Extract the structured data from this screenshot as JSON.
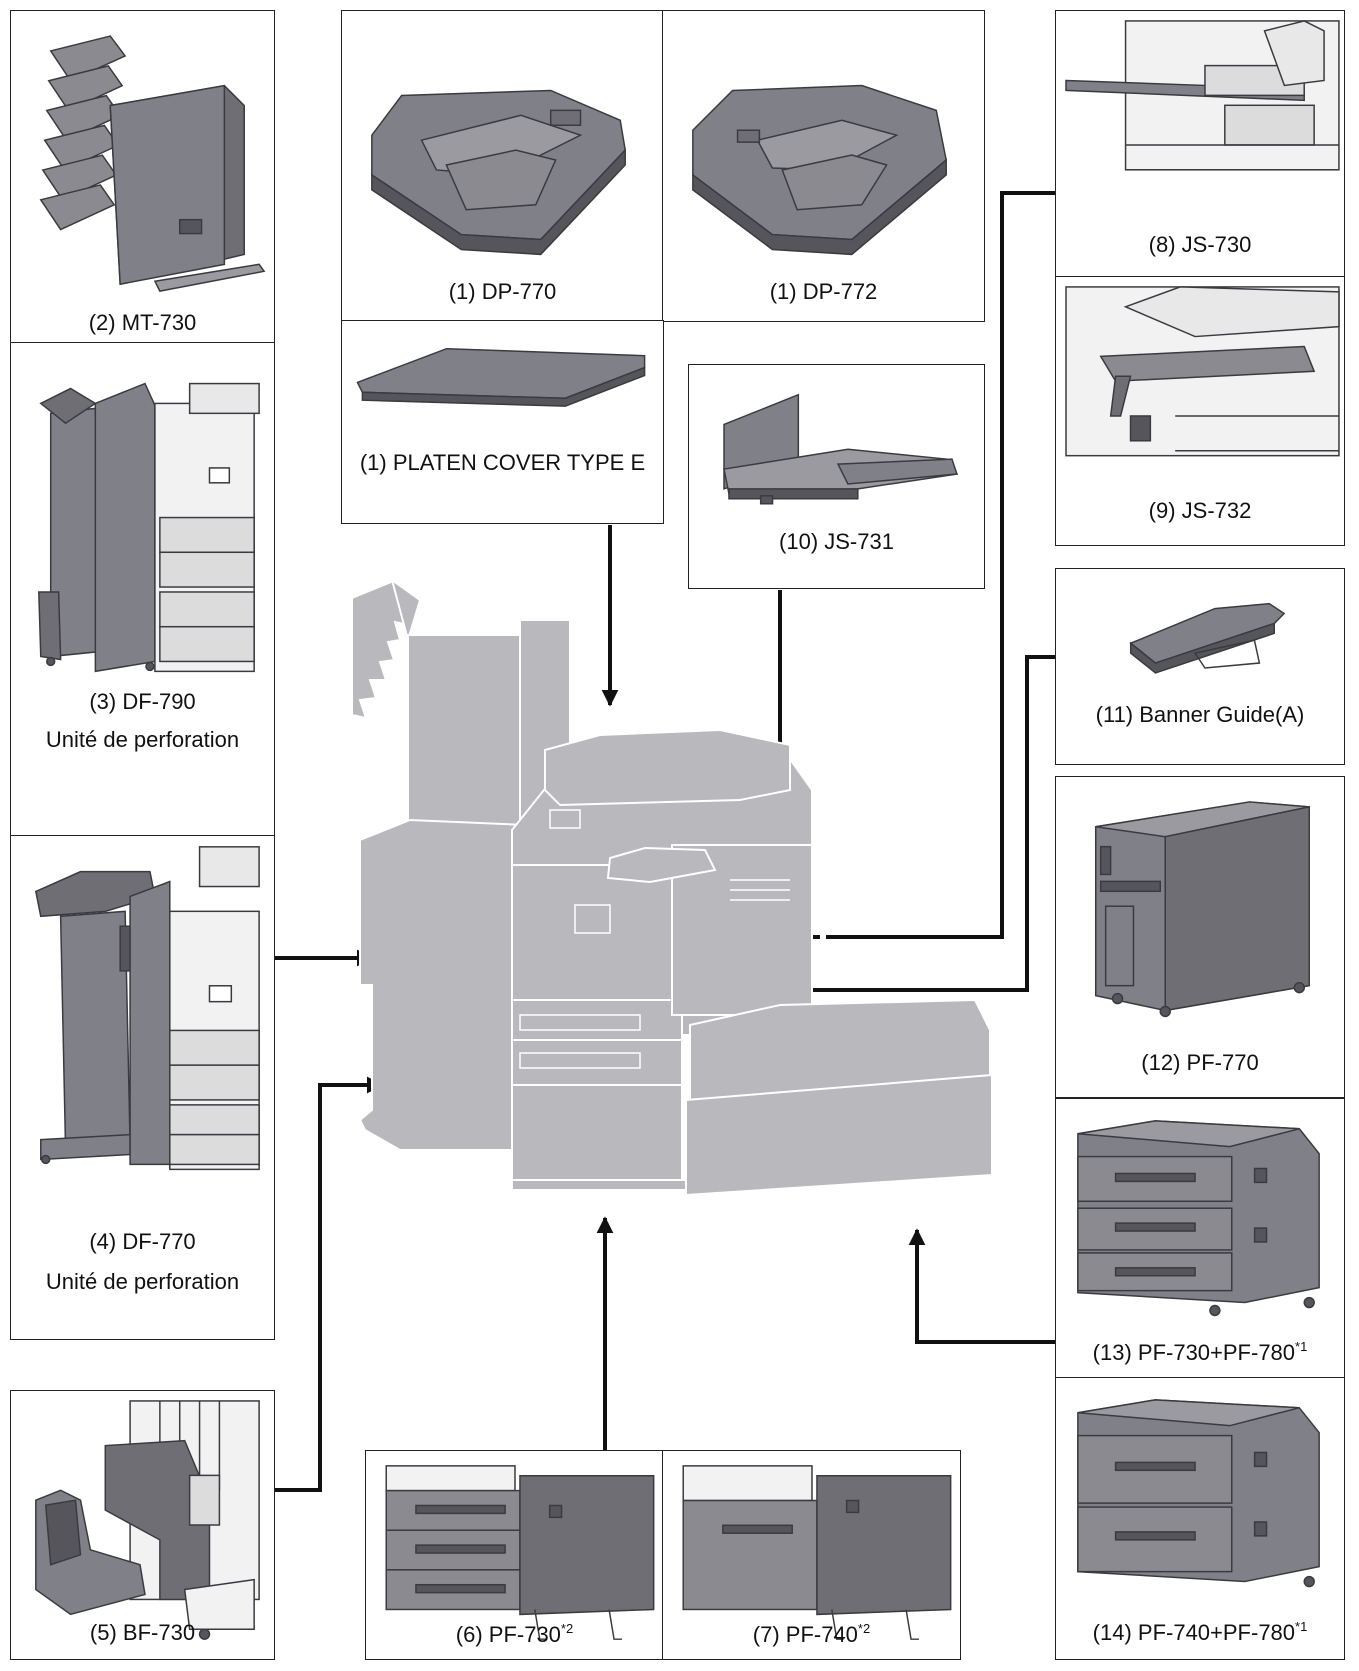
{
  "colors": {
    "device_fill": "#b5b5b9",
    "device_dark": "#6e6e74",
    "device_line": "#3a3a40",
    "ghost_fill": "#b8b8bd",
    "line": "#1a1a1a"
  },
  "options": {
    "mt730": {
      "label": "(2) MT-730",
      "icon": "mailbox-tray-icon"
    },
    "dp770": {
      "label": "(1) DP-770",
      "icon": "document-processor-icon"
    },
    "dp772": {
      "label": "(1) DP-772",
      "icon": "document-processor-icon"
    },
    "platen": {
      "label": "(1) PLATEN COVER TYPE E",
      "icon": "platen-cover-icon"
    },
    "df790": {
      "label": "(3) DF-790",
      "sublabel": "Unité de perforation",
      "icon": "finisher-icon"
    },
    "df770": {
      "label": "(4) DF-770",
      "sublabel": "Unité de perforation",
      "icon": "finisher-icon"
    },
    "bf730": {
      "label": "(5) BF-730",
      "icon": "folding-unit-icon"
    },
    "js730": {
      "label": "(8) JS-730",
      "icon": "job-separator-icon"
    },
    "js732": {
      "label": "(9) JS-732",
      "icon": "job-separator-icon"
    },
    "js731": {
      "label": "(10) JS-731",
      "icon": "job-separator-tray-icon"
    },
    "banner": {
      "label": "(11) Banner Guide(A)",
      "icon": "banner-guide-icon"
    },
    "pf770": {
      "label": "(12) PF-770",
      "icon": "side-feeder-icon"
    },
    "pf730780": {
      "label": "(13)  PF-730+PF-780",
      "note": "*1",
      "icon": "paper-feeder-icon"
    },
    "pf740780": {
      "label": "(14) PF-740+PF-780",
      "note": "*1",
      "icon": "paper-feeder-icon"
    },
    "pf730": {
      "label": "(6) PF-730",
      "note": "*2",
      "icon": "paper-feeder-icon"
    },
    "pf740": {
      "label": "(7) PF-740",
      "note": "*2",
      "icon": "paper-feeder-icon"
    }
  }
}
